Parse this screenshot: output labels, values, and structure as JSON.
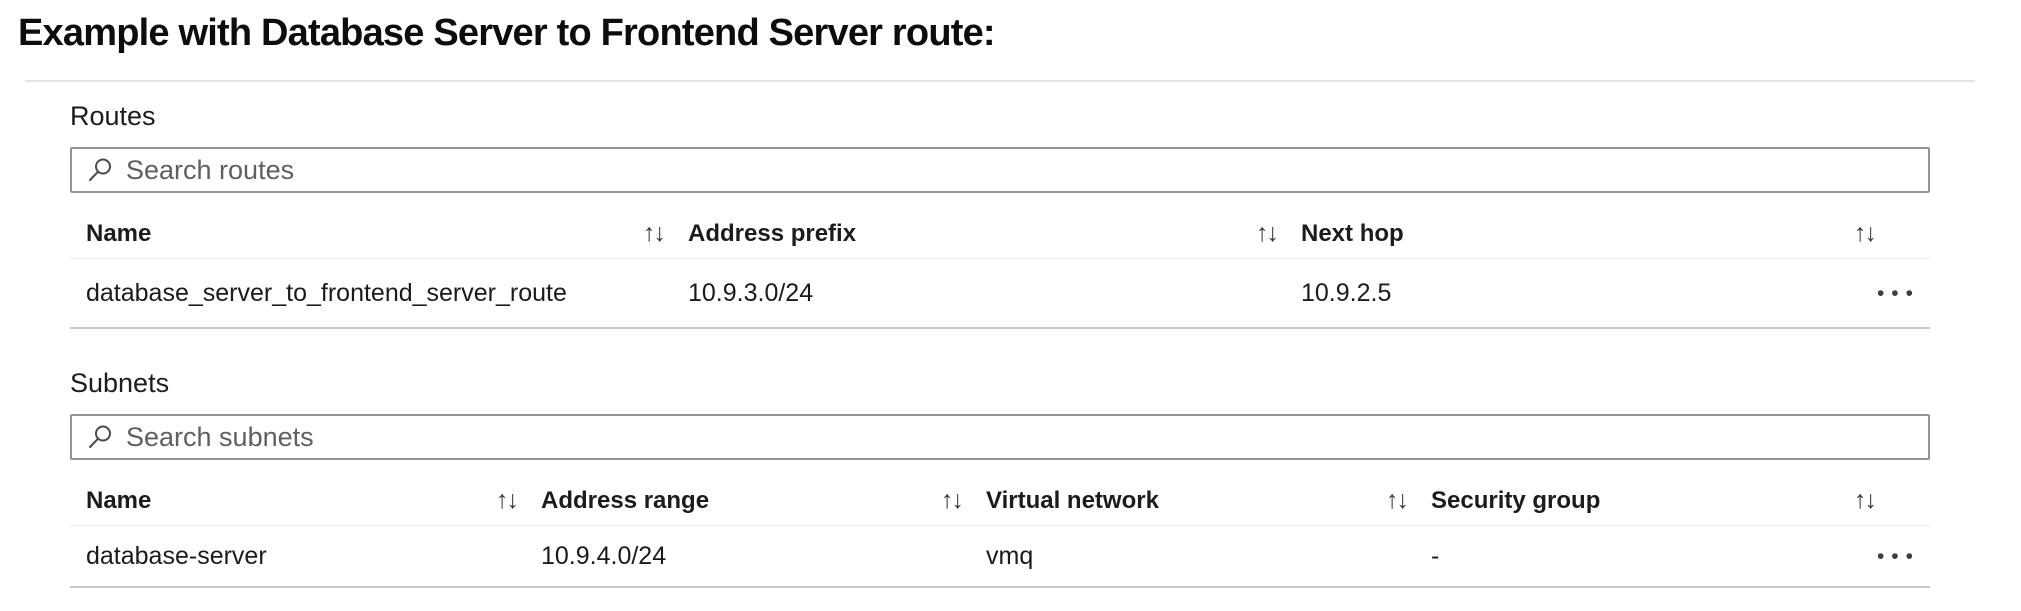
{
  "page": {
    "title": "Example with Database Server to Frontend Server route:"
  },
  "ui": {
    "sort_icon": "↑↓",
    "more_icon": "•••"
  },
  "colors": {
    "title_text": "#0d0d0d",
    "divider": "#e4e4e4",
    "search_border": "#949494",
    "placeholder_text": "#5f5f5f",
    "header_text": "#1c1c1c",
    "cell_text": "#1b1b1b",
    "row_border": "#c9c9c9"
  },
  "routes": {
    "section_label": "Routes",
    "search_placeholder": "Search routes",
    "columns": [
      "Name",
      "Address prefix",
      "Next hop"
    ],
    "rows": [
      {
        "name": "database_server_to_frontend_server_route",
        "address_prefix": "10.9.3.0/24",
        "next_hop": "10.9.2.5"
      }
    ]
  },
  "subnets": {
    "section_label": "Subnets",
    "search_placeholder": "Search subnets",
    "columns": [
      "Name",
      "Address range",
      "Virtual network",
      "Security group"
    ],
    "rows": [
      {
        "name": "database-server",
        "address_range": "10.9.4.0/24",
        "virtual_network": "vmq",
        "security_group": "-"
      }
    ]
  }
}
